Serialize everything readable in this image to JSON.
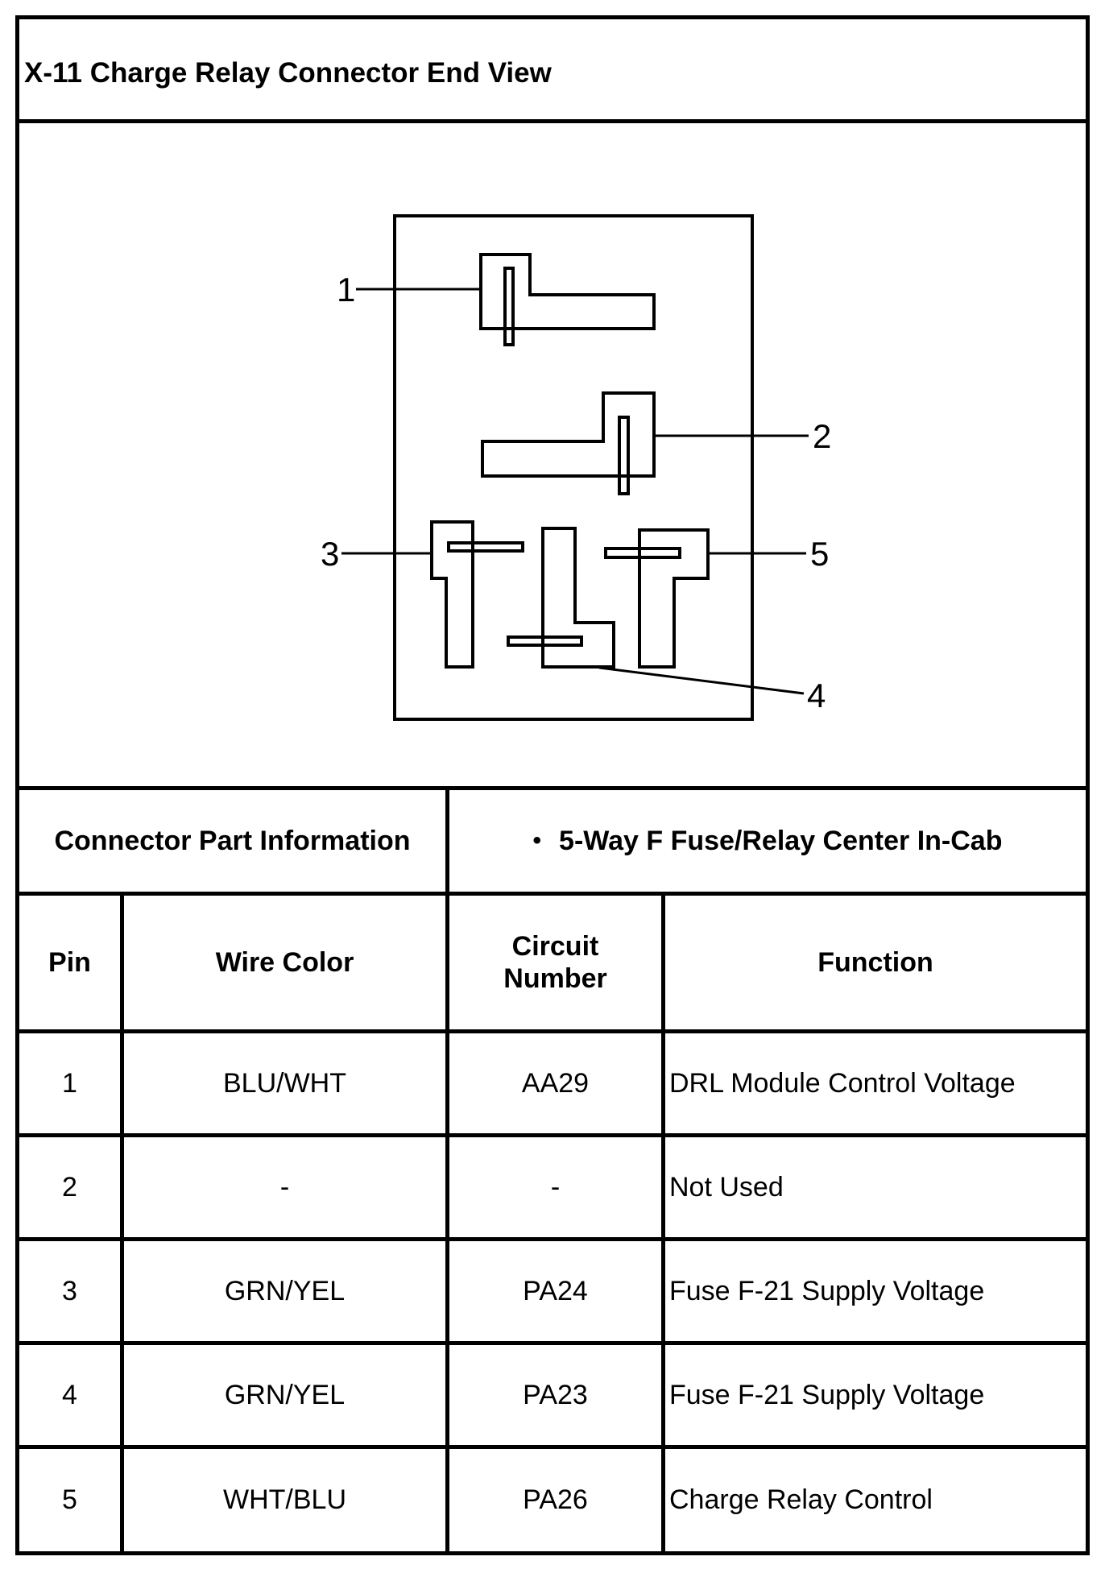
{
  "title": "X-11 Charge Relay Connector End View",
  "diagram": {
    "pin_labels": [
      "1",
      "2",
      "3",
      "4",
      "5"
    ]
  },
  "connector_info": {
    "label": "Connector Part Information",
    "bullet": "•",
    "value": "5-Way F Fuse/Relay Center In-Cab"
  },
  "table": {
    "headers": {
      "pin": "Pin",
      "wire_color": "Wire Color",
      "circuit_line1": "Circuit",
      "circuit_line2": "Number",
      "function": "Function"
    },
    "rows": [
      {
        "pin": "1",
        "wire_color": "BLU/WHT",
        "circuit": "AA29",
        "function": "DRL Module Control Voltage"
      },
      {
        "pin": "2",
        "wire_color": "-",
        "circuit": "-",
        "function": "Not Used"
      },
      {
        "pin": "3",
        "wire_color": "GRN/YEL",
        "circuit": "PA24",
        "function": "Fuse F-21 Supply Voltage"
      },
      {
        "pin": "4",
        "wire_color": "GRN/YEL",
        "circuit": "PA23",
        "function": "Fuse F-21 Supply Voltage"
      },
      {
        "pin": "5",
        "wire_color": "WHT/BLU",
        "circuit": "PA26",
        "function": "Charge Relay Control"
      }
    ]
  }
}
